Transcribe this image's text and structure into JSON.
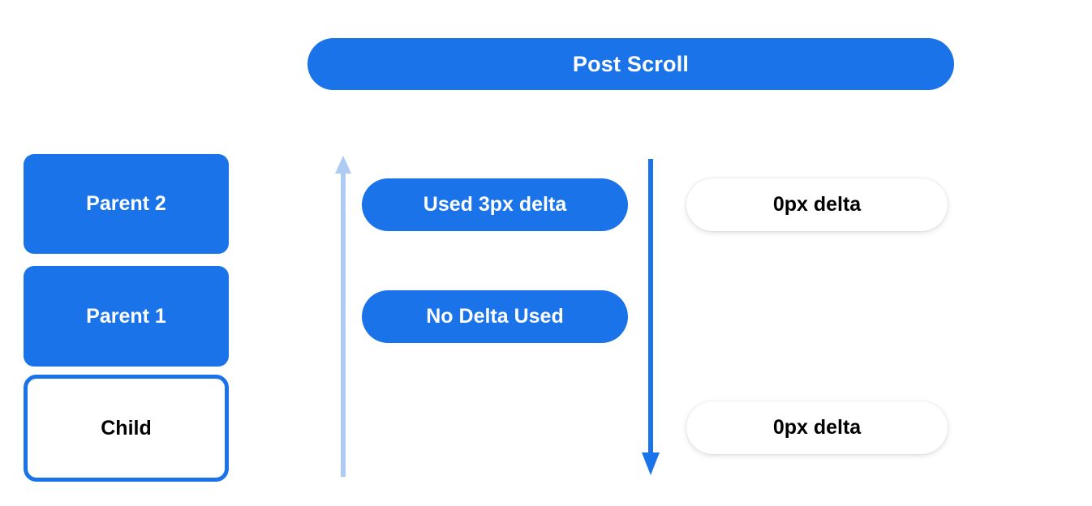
{
  "header": {
    "title": "Post Scroll"
  },
  "colors": {
    "accent_blue": "#1a73e8",
    "light_blue": "#aecbf4",
    "text_on_blue": "#ffffff",
    "text_dark": "#000000",
    "background": "#ffffff"
  },
  "scroll_chain": {
    "boxes": [
      {
        "label": "Parent 2",
        "style": "filled"
      },
      {
        "label": "Parent 1",
        "style": "filled"
      },
      {
        "label": "Child",
        "style": "outlined"
      }
    ]
  },
  "arrows": {
    "consumed": {
      "icon": "arrow-up-icon",
      "direction": "up",
      "color": "#aecbf4"
    },
    "propagation": {
      "icon": "arrow-down-icon",
      "direction": "down",
      "color": "#1a73e8"
    }
  },
  "delta_column": {
    "items": [
      {
        "label": "Used 3px delta",
        "style": "blue"
      },
      {
        "label": "No Delta Used",
        "style": "blue"
      }
    ]
  },
  "result_column": {
    "items": [
      {
        "label": "0px delta",
        "style": "white"
      },
      {
        "label": "0px delta",
        "style": "white"
      }
    ]
  }
}
